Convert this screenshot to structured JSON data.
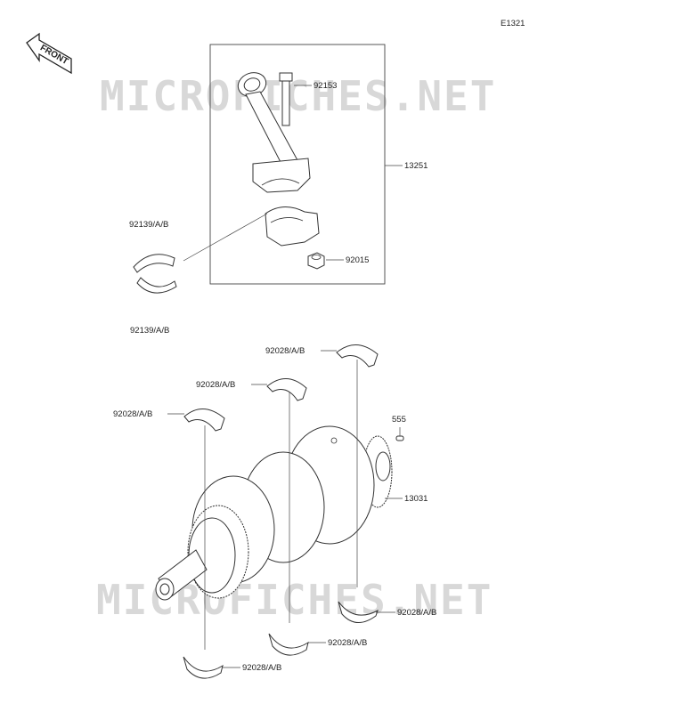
{
  "diagram_code": "E1321",
  "front_label": "FRONT",
  "watermark": "MICROFICHES.NET",
  "callouts": {
    "bolt": "92153",
    "conrod_assy": "13251",
    "conrod_bearing_upper": "92139/A/B",
    "conrod_bearing_lower": "92139/A/B",
    "nut": "92015",
    "main_bearing_1": "92028/A/B",
    "main_bearing_2": "92028/A/B",
    "main_bearing_3": "92028/A/B",
    "pin": "555",
    "crankshaft": "13031",
    "main_bearing_4": "92028/A/B",
    "main_bearing_5": "92028/A/B",
    "main_bearing_6": "92028/A/B"
  }
}
